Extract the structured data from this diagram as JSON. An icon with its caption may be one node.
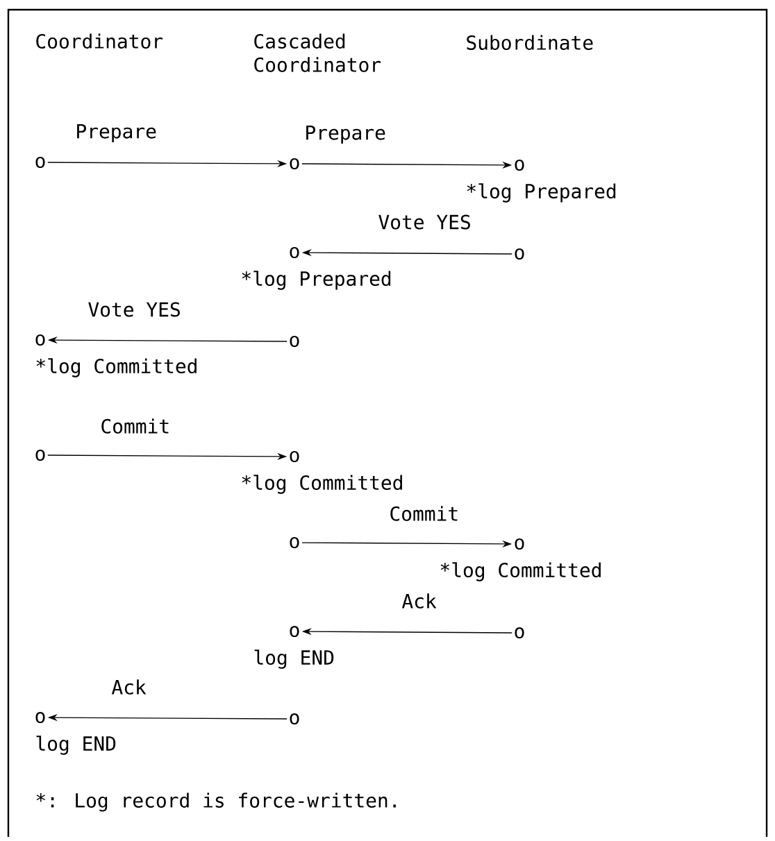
{
  "diagram": {
    "nodes": [
      {
        "text": [
          "o"
        ]
      },
      {
        "text": [
          "o"
        ]
      },
      {
        "text": [
          "o"
        ],
        "beside": [
          "*log Prepared"
        ]
      },
      {
        "text": [
          "o"
        ],
        "beside": [
          "*log Prepared"
        ]
      },
      {
        "text": [
          "o"
        ]
      },
      {
        "text": [
          "o"
        ],
        "beside": [
          "*log Committed"
        ]
      },
      {
        "text": [
          "o"
        ]
      },
      {
        "text": [
          "o"
        ]
      },
      {
        "text": [
          "o"
        ],
        "beside": [
          "*log Committed"
        ]
      },
      {
        "text": [
          "o"
        ]
      },
      {
        "text": [
          "o"
        ],
        "beside": [
          "*log Committed"
        ]
      },
      {
        "text": [
          "o"
        ],
        "beside": [
          "log END"
        ]
      },
      {
        "text": [
          "o"
        ]
      },
      {
        "text": [
          "o"
        ],
        "beside": [
          "log END"
        ]
      },
      {
        "text": [
          "o"
        ]
      }
    ],
    "edges": [
      {
        "from": 0,
        "to": 1,
        "arrow": "to",
        "label": "Prepare"
      },
      {
        "from": 1,
        "to": 2,
        "arrow": "to",
        "label": "Prepare"
      },
      {
        "from": 4,
        "to": 3,
        "arrow": "to",
        "label": "Vote YES"
      },
      {
        "from": 6,
        "to": 5,
        "arrow": "to",
        "label": "Vote YES"
      },
      {
        "from": 7,
        "to": 8,
        "arrow": "to",
        "label": "Commit"
      },
      {
        "from": 9,
        "to": 10,
        "arrow": "to",
        "label": "Commit"
      },
      {
        "from": 12,
        "to": 11,
        "arrow": "to",
        "label": "Ack"
      },
      {
        "from": 14,
        "to": 13,
        "arrow": "to",
        "label": "Ack"
      }
    ],
    "labels": [
      "Coordinator",
      "Cascaded Coordinator",
      "Subordinate",
      "*: Log record is force-written."
    ]
  }
}
